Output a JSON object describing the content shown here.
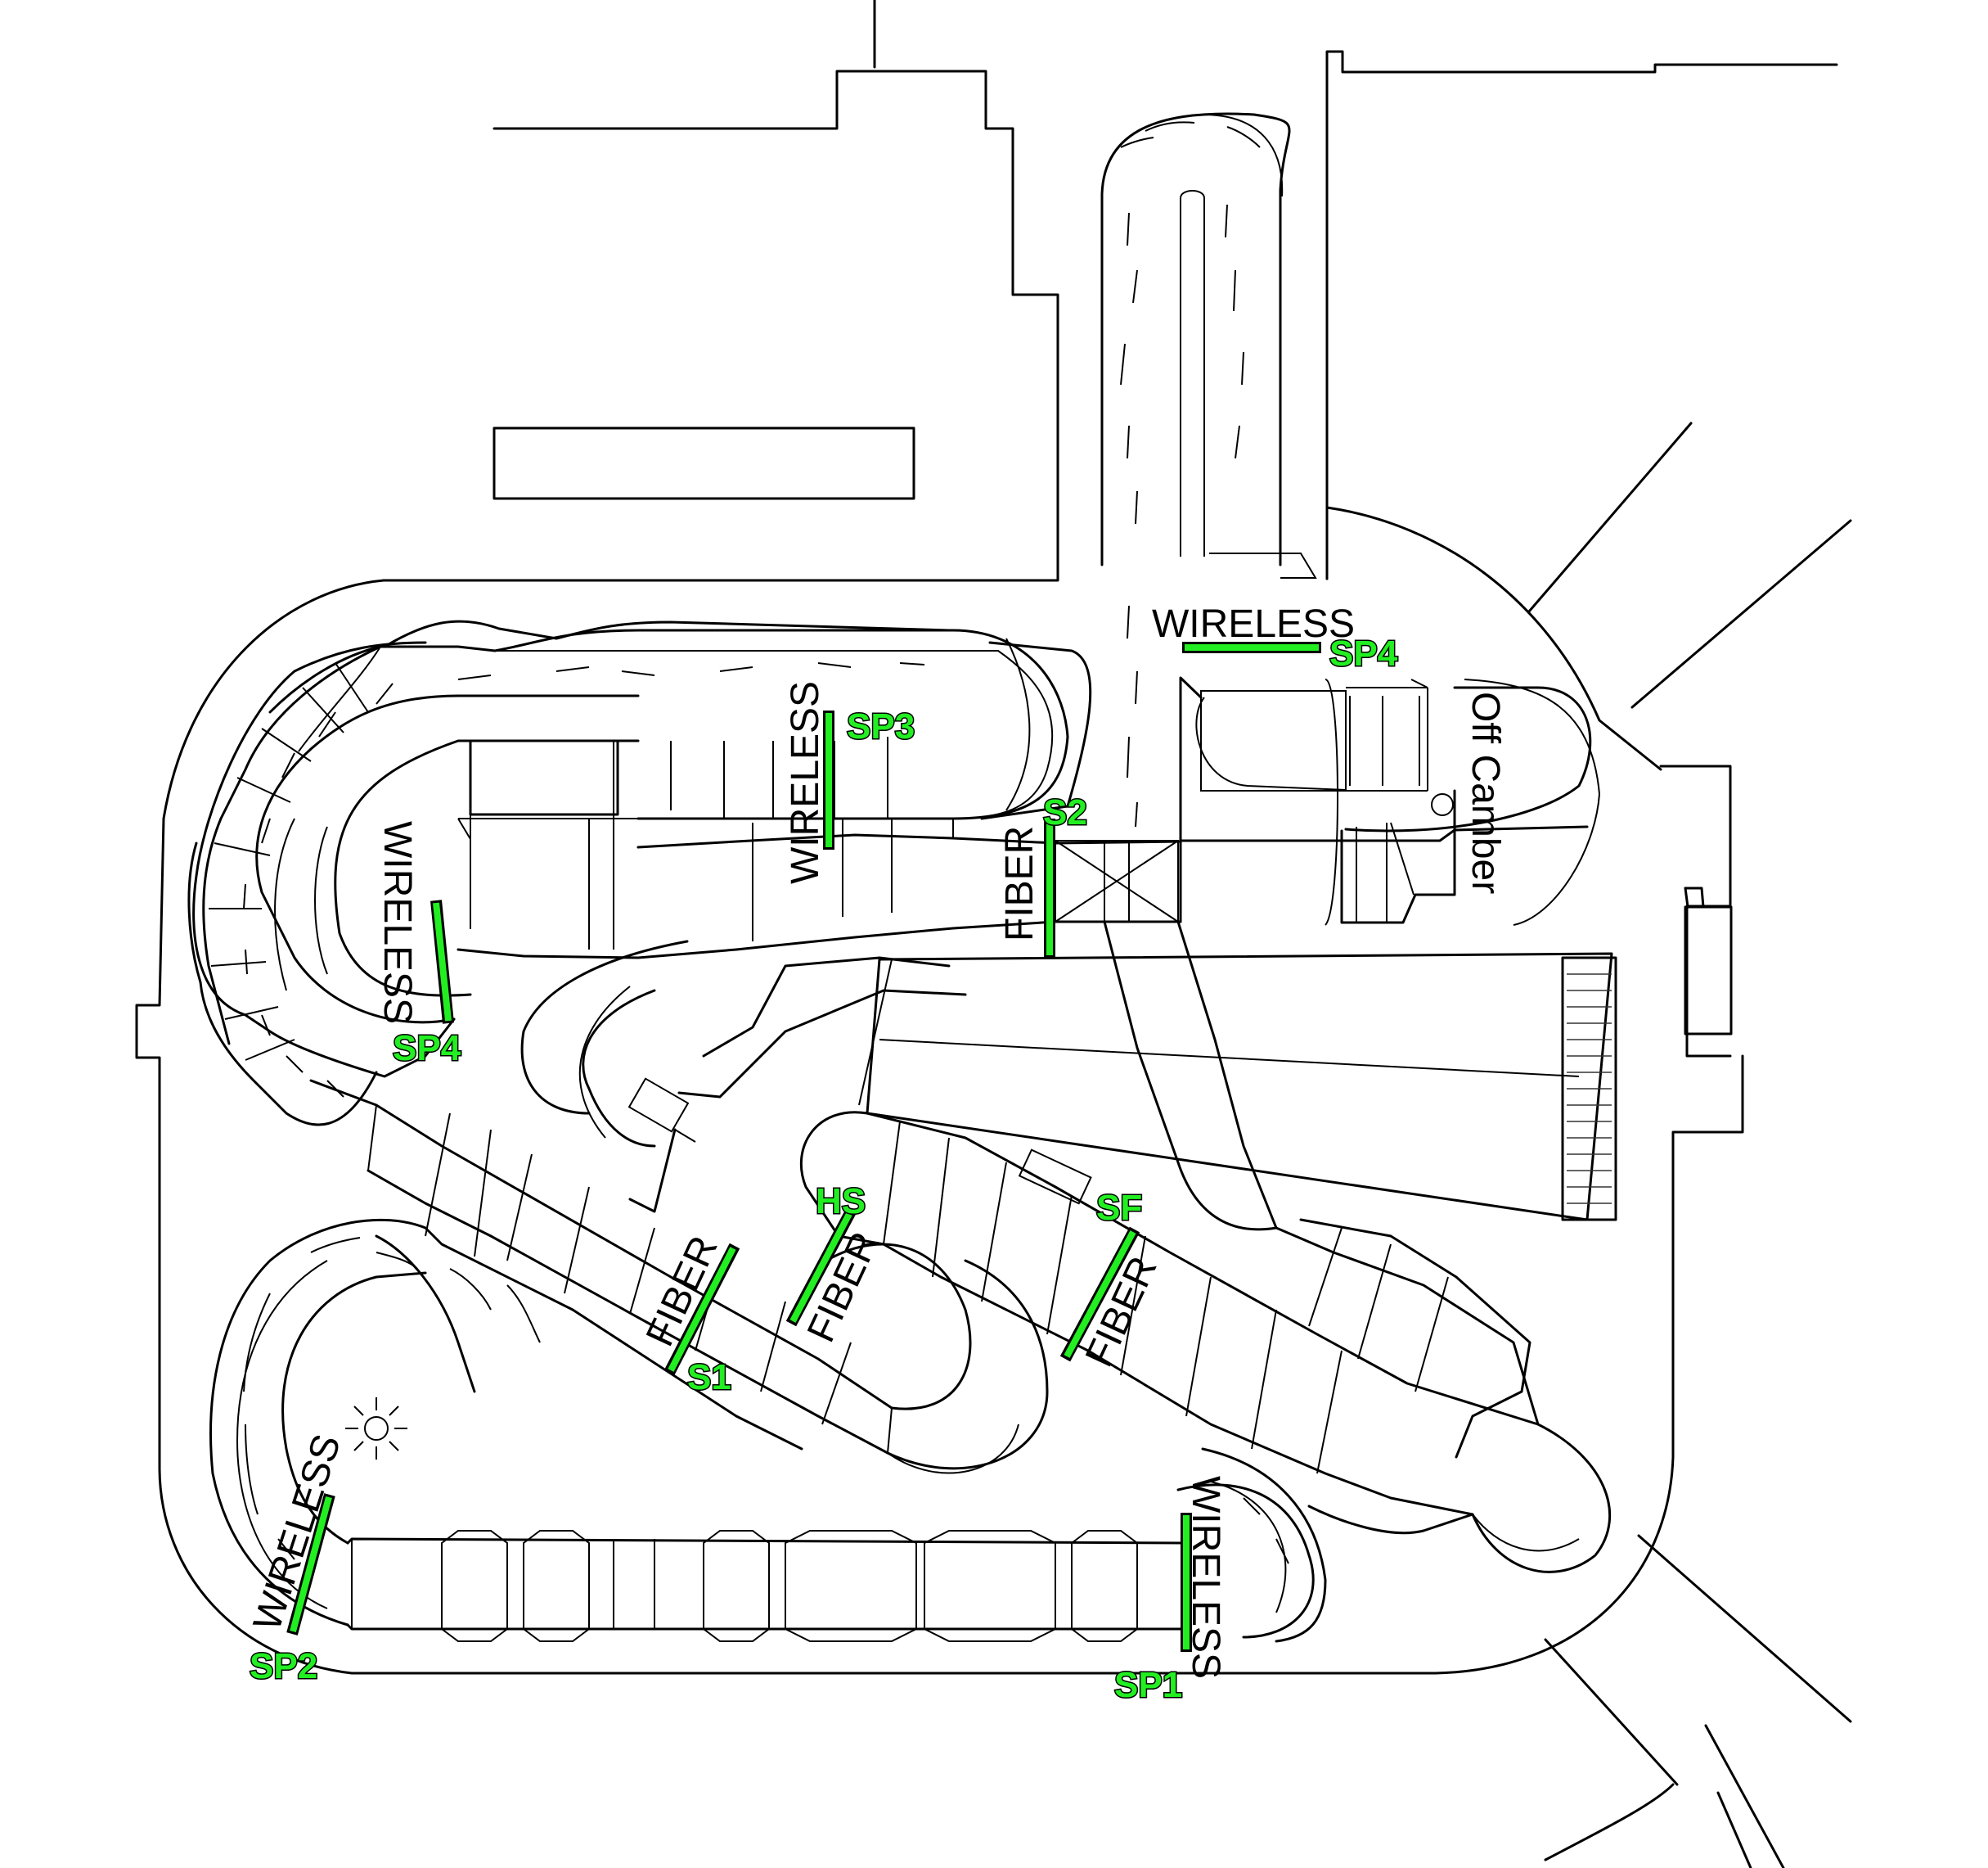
{
  "map": {
    "track_labels": [
      {
        "key": "wl_top",
        "text": "WIRELESS"
      },
      {
        "key": "wl_mid",
        "text": "WIRELESS"
      },
      {
        "key": "wl_left",
        "text": "WIRELESS"
      },
      {
        "key": "wl_sp2",
        "text": "WIRELESS"
      },
      {
        "key": "wl_sp1",
        "text": "WIRELESS"
      },
      {
        "key": "fiber_s2",
        "text": "FIBER"
      },
      {
        "key": "fiber_s1",
        "text": "FIBER"
      },
      {
        "key": "fiber_hs",
        "text": "FIBER"
      },
      {
        "key": "fiber_sf",
        "text": "FIBER"
      },
      {
        "key": "off_camber",
        "text": "Off Camber"
      }
    ],
    "timing_points": [
      {
        "key": "sp4_top",
        "label": "SP4",
        "color": "#22ee22"
      },
      {
        "key": "sp3",
        "label": "SP3",
        "color": "#22ee22"
      },
      {
        "key": "s2",
        "label": "S2",
        "color": "#22ee22"
      },
      {
        "key": "sp4_left",
        "label": "SP4",
        "color": "#22ee22"
      },
      {
        "key": "hs",
        "label": "HS",
        "color": "#22ee22"
      },
      {
        "key": "sf",
        "label": "SF",
        "color": "#22ee22"
      },
      {
        "key": "s1",
        "label": "S1",
        "color": "#22ee22"
      },
      {
        "key": "sp2",
        "label": "SP2",
        "color": "#22ee22"
      },
      {
        "key": "sp1",
        "label": "SP1",
        "color": "#22ee22"
      }
    ],
    "icons": [
      {
        "name": "sun-icon"
      }
    ]
  }
}
